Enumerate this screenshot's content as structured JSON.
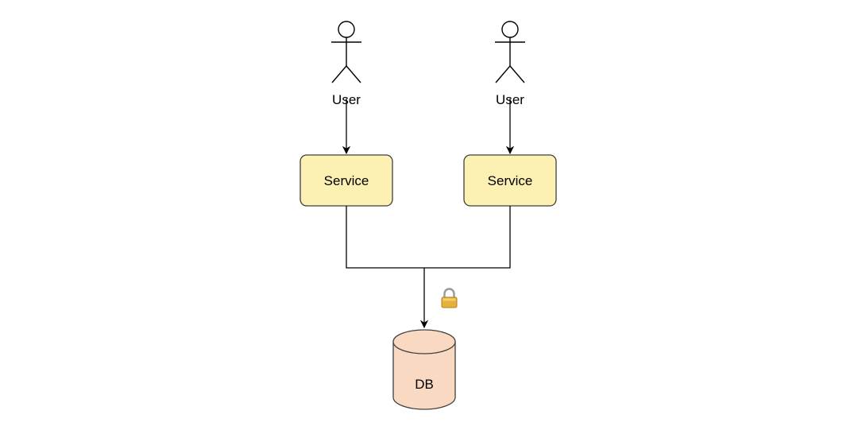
{
  "actors": [
    {
      "id": "user-1",
      "label": "User"
    },
    {
      "id": "user-2",
      "label": "User"
    }
  ],
  "services": [
    {
      "id": "service-1",
      "label": "Service"
    },
    {
      "id": "service-2",
      "label": "Service"
    }
  ],
  "database": {
    "id": "db",
    "label": "DB"
  },
  "edges": [
    {
      "from": "user-1",
      "to": "service-1"
    },
    {
      "from": "user-2",
      "to": "service-2"
    },
    {
      "from": "service-1",
      "to": "db"
    },
    {
      "from": "service-2",
      "to": "db"
    }
  ],
  "lock": {
    "icon": "lock-icon"
  },
  "colors": {
    "service_fill": "#fdf0b3",
    "service_stroke": "#3f3f3f",
    "db_fill": "#fad9c3",
    "db_stroke": "#3f3f3f",
    "lock_body": "#e3b23c",
    "lock_shackle": "#9a9a9a"
  }
}
